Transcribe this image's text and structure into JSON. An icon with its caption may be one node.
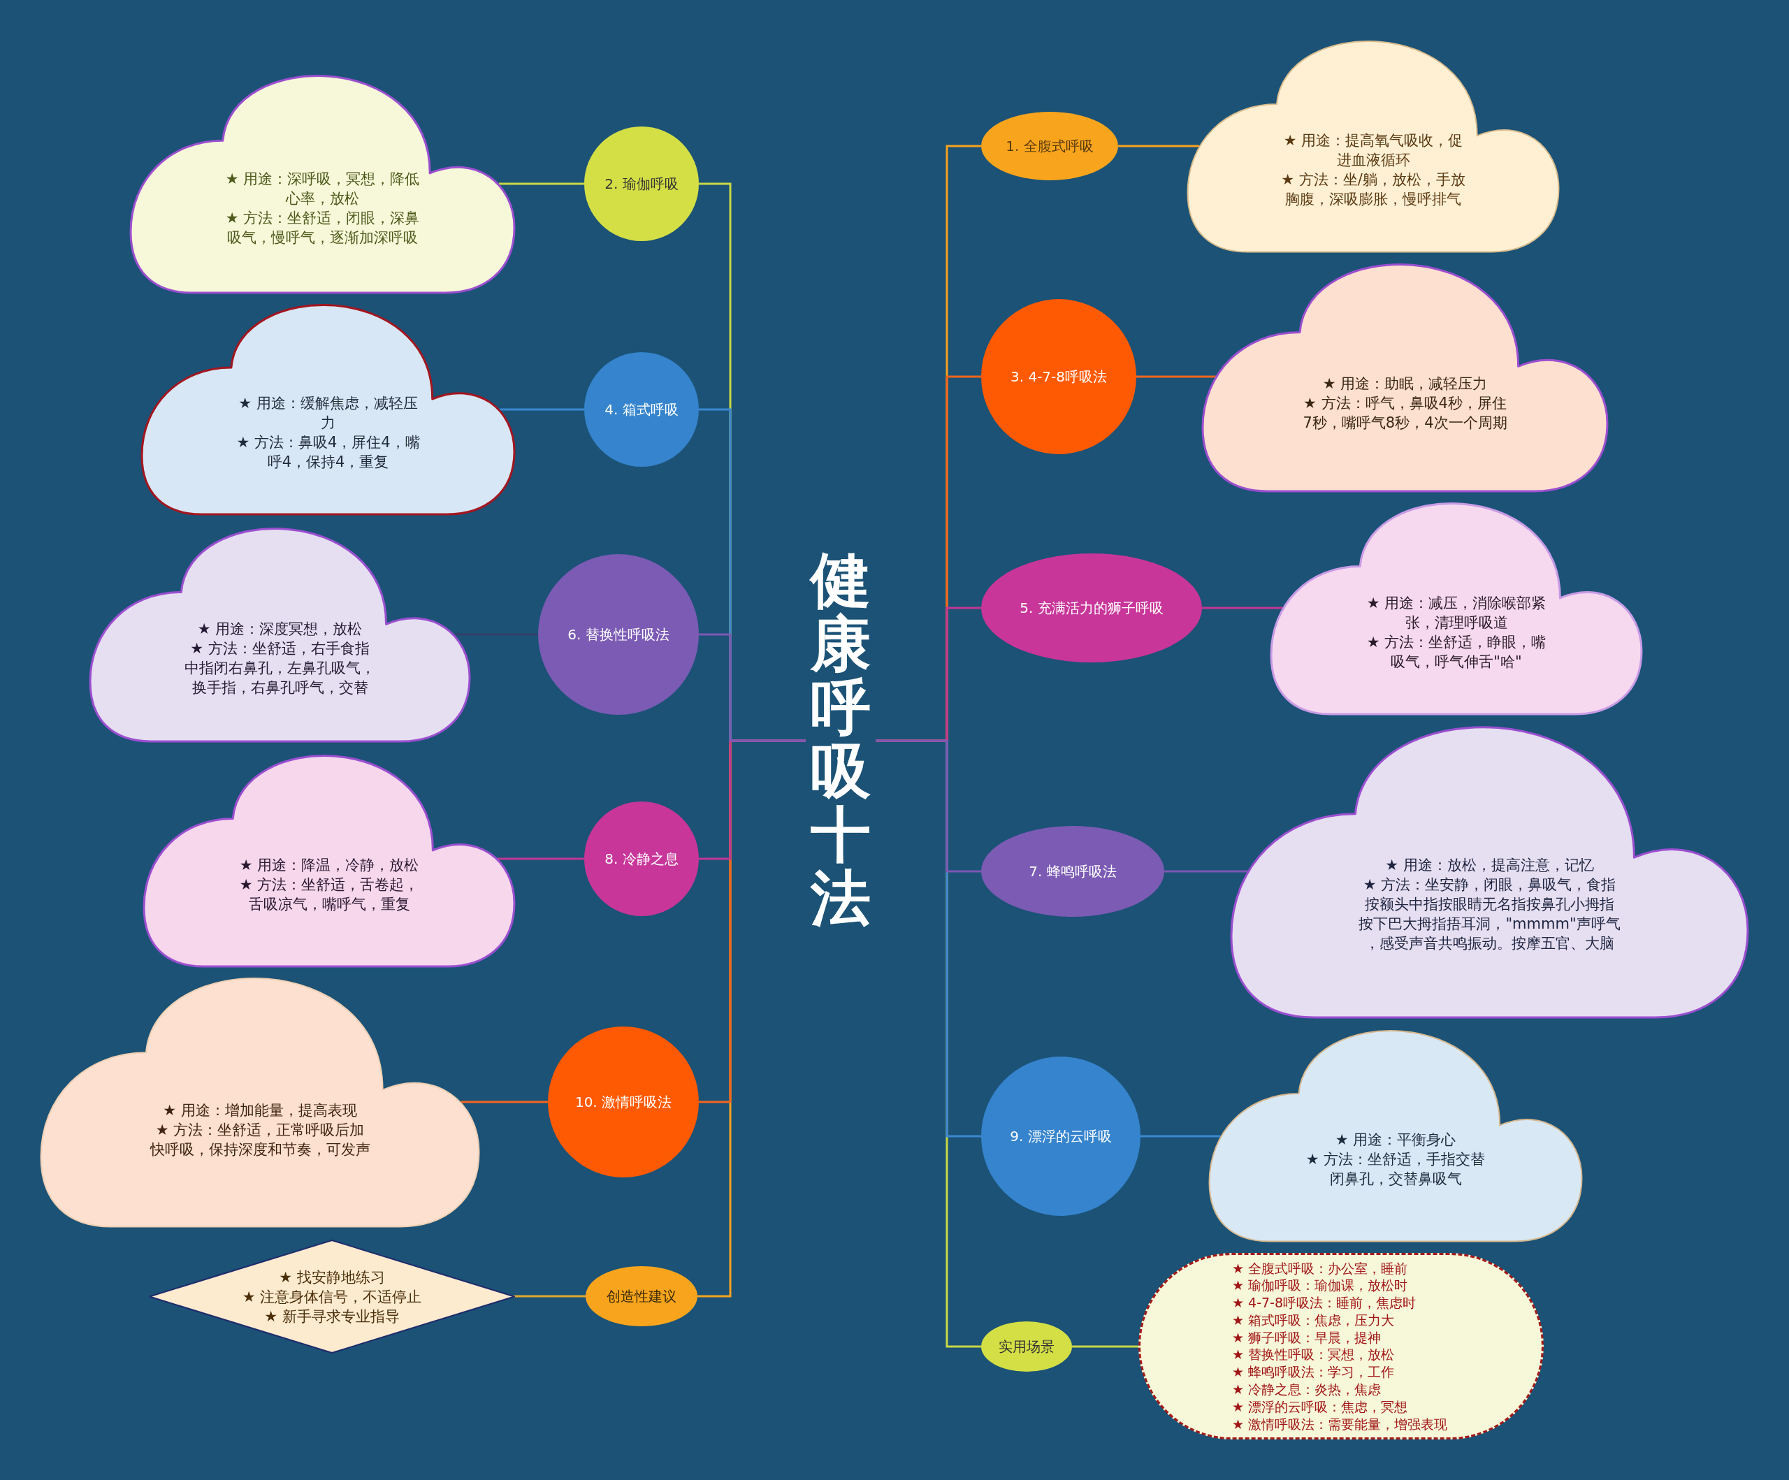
{
  "diagram": {
    "nodes": [
      {
        "text": [
          "健康呼吸十法"
        ]
      },
      {
        "text": [
          "1. 全腹式呼吸"
        ]
      },
      {
        "text": [
          "★ 用途：提高氧气吸收，促进血液循环",
          "★ 方法：坐/躺，放松，手放胸腹，深吸膨胀，慢呼排气"
        ]
      },
      {
        "text": [
          "2. 瑜伽呼吸"
        ]
      },
      {
        "text": [
          "★ 用途：深呼吸，冥想，降低心率，放松",
          "★ 方法：坐舒适，闭眼，深鼻吸气，慢呼气，逐渐加深呼吸"
        ]
      },
      {
        "text": [
          "3. 4-7-8呼吸法"
        ]
      },
      {
        "text": [
          "★ 用途：助眠，减轻压力",
          "★ 方法：呼气，鼻吸4秒，屏住7秒，嘴呼气8秒，4次一个周期"
        ]
      },
      {
        "text": [
          "4. 箱式呼吸"
        ]
      },
      {
        "text": [
          "★ 用途：缓解焦虑，减轻压力",
          "★ 方法：鼻吸4，屏住4，嘴呼4，保持4，重复"
        ]
      },
      {
        "text": [
          "5. 充满活力的狮子呼吸"
        ]
      },
      {
        "text": [
          "★ 用途：减压，消除喉部紧张，清理呼吸道",
          "★ 方法：坐舒适，睁眼，嘴吸气，呼气伸舌\"哈\""
        ]
      },
      {
        "text": [
          "6. 替换性呼吸法"
        ]
      },
      {
        "text": [
          "★ 用途：深度冥想，放松",
          "★ 方法：坐舒适，右手食指中指闭右鼻孔，左鼻孔吸气，换手指，右鼻孔呼气，交替"
        ]
      },
      {
        "text": [
          "7. 蜂鸣呼吸法"
        ]
      },
      {
        "text": [
          "★ 用途：放松，提高注意，记忆",
          "★ 方法：坐安静，闭眼，鼻吸气，食指按额头中指按眼睛无名指按鼻孔小拇指按下巴大拇指捂耳洞，\"mmmm\"声呼气，感受声音共鸣振动。按摩五官、大脑"
        ]
      },
      {
        "text": [
          "8. 冷静之息"
        ]
      },
      {
        "text": [
          "★ 用途：降温，冷静，放松",
          "★ 方法：坐舒适，舌卷起，舌吸凉气，嘴呼气，重复"
        ]
      },
      {
        "text": [
          "9. 漂浮的云呼吸"
        ]
      },
      {
        "text": [
          "★ 用途：平衡身心",
          "★ 方法：坐舒适，手指交替闭鼻孔，交替鼻吸气"
        ]
      },
      {
        "text": [
          "10. 激情呼吸法"
        ]
      },
      {
        "text": [
          "★ 用途：增加能量，提高表现",
          "★ 方法：坐舒适，正常呼吸后加快呼吸，保持深度和节奏，可发声"
        ]
      },
      {
        "text": [
          "创造性建议"
        ]
      },
      {
        "text": [
          "★ 找安静地练习",
          "★ 注意身体信号，不适停止",
          "★ 新手寻求专业指导"
        ]
      },
      {
        "text": [
          "实用场景"
        ]
      },
      {
        "text": [
          "★ 全腹式呼吸：办公室，睡前",
          "★ 瑜伽呼吸：瑜伽课，放松时",
          "★ 4-7-8呼吸法：睡前，焦虑时",
          "★ 箱式呼吸：焦虑，压力大",
          "★ 狮子呼吸：早晨，提神",
          "★ 替换性呼吸：冥想，放松",
          "★ 蜂鸣呼吸法：学习，工作",
          "★ 冷静之息：炎热，焦虑",
          "★ 漂浮的云呼吸：焦虑，冥想",
          "★ 激情呼吸法：需要能量，增强表现"
        ]
      }
    ],
    "edges": [
      {
        "from": 0,
        "to": 1,
        "arrow": "none",
        "color": "#f6a21f"
      },
      {
        "from": 1,
        "to": 2,
        "arrow": "none",
        "color": "#f6a21f"
      },
      {
        "from": 0,
        "to": 3,
        "arrow": "none",
        "color": "#c9d845"
      },
      {
        "from": 3,
        "to": 4,
        "arrow": "none",
        "color": "#c9d845"
      },
      {
        "from": 0,
        "to": 5,
        "arrow": "none",
        "color": "#f3661e"
      },
      {
        "from": 5,
        "to": 6,
        "arrow": "none",
        "color": "#f3661e"
      },
      {
        "from": 0,
        "to": 7,
        "arrow": "none",
        "color": "#3b87d1"
      },
      {
        "from": 7,
        "to": 8,
        "arrow": "none",
        "color": "#3b87d1"
      },
      {
        "from": 0,
        "to": 9,
        "arrow": "none",
        "color": "#c43693"
      },
      {
        "from": 9,
        "to": 10,
        "arrow": "none",
        "color": "#c43693"
      },
      {
        "from": 0,
        "to": 11,
        "arrow": "none",
        "color": "#7e57b6"
      },
      {
        "from": 11,
        "to": 12,
        "arrow": "none",
        "color": "#30406a"
      },
      {
        "from": 0,
        "to": 13,
        "arrow": "none",
        "color": "#7e57b6"
      },
      {
        "from": 13,
        "to": 14,
        "arrow": "none",
        "color": "#7e57b6"
      },
      {
        "from": 0,
        "to": 15,
        "arrow": "none",
        "color": "#c43693"
      },
      {
        "from": 15,
        "to": 16,
        "arrow": "none",
        "color": "#c43693"
      },
      {
        "from": 0,
        "to": 17,
        "arrow": "none",
        "color": "#3b87d1"
      },
      {
        "from": 17,
        "to": 18,
        "arrow": "none",
        "color": "#3b87d1"
      },
      {
        "from": 0,
        "to": 19,
        "arrow": "none",
        "color": "#f3661e"
      },
      {
        "from": 19,
        "to": 20,
        "arrow": "none",
        "color": "#f3661e"
      },
      {
        "from": 0,
        "to": 21,
        "arrow": "none",
        "color": "#f6a21f"
      },
      {
        "from": 21,
        "to": 22,
        "arrow": "none",
        "color": "#e0a82e"
      },
      {
        "from": 0,
        "to": 23,
        "arrow": "none",
        "color": "#c9d845"
      },
      {
        "from": 23,
        "to": 24,
        "arrow": "none",
        "color": "#c9d845"
      }
    ]
  }
}
